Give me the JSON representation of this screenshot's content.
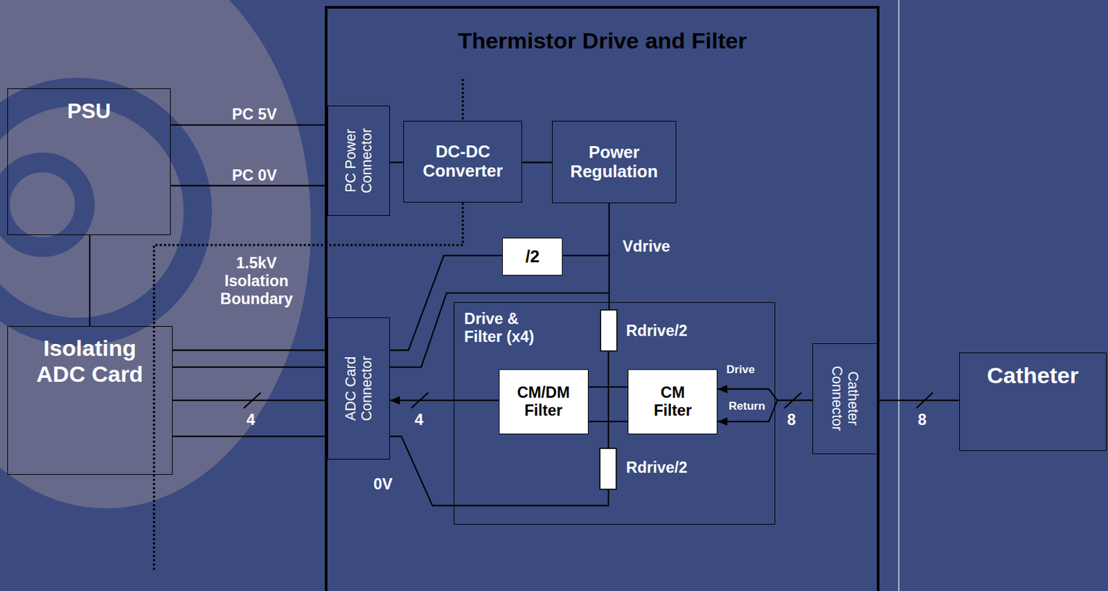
{
  "diagram": {
    "nodes": [
      {
        "text": [
          "PSU"
        ]
      },
      {
        "text": [
          "Thermistor Drive and Filter"
        ]
      },
      {
        "text": [
          "PC Power Connector"
        ],
        "in": 1
      },
      {
        "text": [
          "DC-DC Converter"
        ],
        "in": 1
      },
      {
        "text": [
          "Power Regulation"
        ],
        "in": 1
      },
      {
        "text": [
          "/2"
        ],
        "in": 1
      },
      {
        "text": [
          "ADC Card Connector"
        ],
        "in": 1
      },
      {
        "text": [
          "Drive & Filter (x4)"
        ],
        "in": 1
      },
      {
        "text": [
          "CM/DM Filter"
        ],
        "in": 7
      },
      {
        "text": [
          "CM Filter"
        ],
        "in": 7
      },
      {
        "text": [
          "Catheter Connector"
        ],
        "in": 1
      },
      {
        "text": [
          "Isolating ADC Card"
        ]
      },
      {
        "text": [
          "Catheter"
        ]
      }
    ],
    "edges": [
      {
        "from": 0,
        "to": 2,
        "arrow": "none",
        "label": "PC 5V"
      },
      {
        "from": 0,
        "to": 2,
        "arrow": "none",
        "label": "PC 0V"
      },
      {
        "from": 0,
        "to": 11,
        "arrow": "none"
      },
      {
        "from": 2,
        "to": 3,
        "arrow": "none"
      },
      {
        "from": 3,
        "to": 4,
        "arrow": "none"
      },
      {
        "from": 4,
        "to": 7,
        "arrow": "none"
      },
      {
        "from": 5,
        "to": 6,
        "arrow": "none"
      },
      {
        "from": 8,
        "to": 6,
        "arrow": "to",
        "label": "4"
      },
      {
        "from": 11,
        "to": 6,
        "arrow": "none"
      },
      {
        "from": 11,
        "to": 6,
        "arrow": "none"
      },
      {
        "from": 11,
        "to": 6,
        "arrow": "none",
        "label": "4"
      },
      {
        "from": 11,
        "to": 6,
        "arrow": "none"
      },
      {
        "from": 8,
        "to": 9,
        "arrow": "none"
      },
      {
        "from": 8,
        "to": 9,
        "arrow": "none"
      },
      {
        "from": 10,
        "to": 9,
        "arrow": "to",
        "label": "Drive"
      },
      {
        "from": 10,
        "to": 9,
        "arrow": "to",
        "label": "Return"
      },
      {
        "from": 10,
        "to": 12,
        "arrow": "none",
        "label": "8"
      }
    ],
    "labels": [
      "1.5kV Isolation Boundary",
      "Vdrive",
      "Rdrive/2",
      "Rdrive/2",
      "0V",
      "8"
    ]
  }
}
